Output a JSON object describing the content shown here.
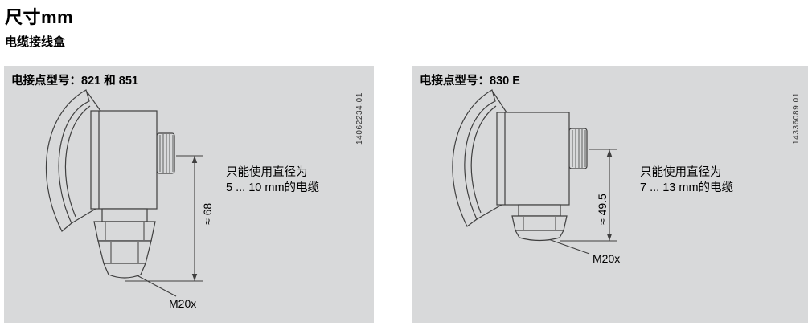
{
  "page": {
    "title": "尺寸mm",
    "subtitle": "电缆接线盒"
  },
  "panels": [
    {
      "header": "电接点型号：821 和 851",
      "note_line1": "只能使用直径为",
      "note_line2": "5 ... 10 mm的电缆",
      "dim_label": "≈ 68",
      "thread_label": "M20x",
      "doc_number": "14062234.01"
    },
    {
      "header": "电接点型号：830 E",
      "note_line1": "只能使用直径为",
      "note_line2": "7 ... 13 mm的电缆",
      "dim_label": "≈ 49.5",
      "thread_label": "M20x",
      "doc_number": "14336089.01"
    }
  ],
  "colors": {
    "panel_bg": "#d8d9da",
    "line": "#3f3f3f"
  }
}
